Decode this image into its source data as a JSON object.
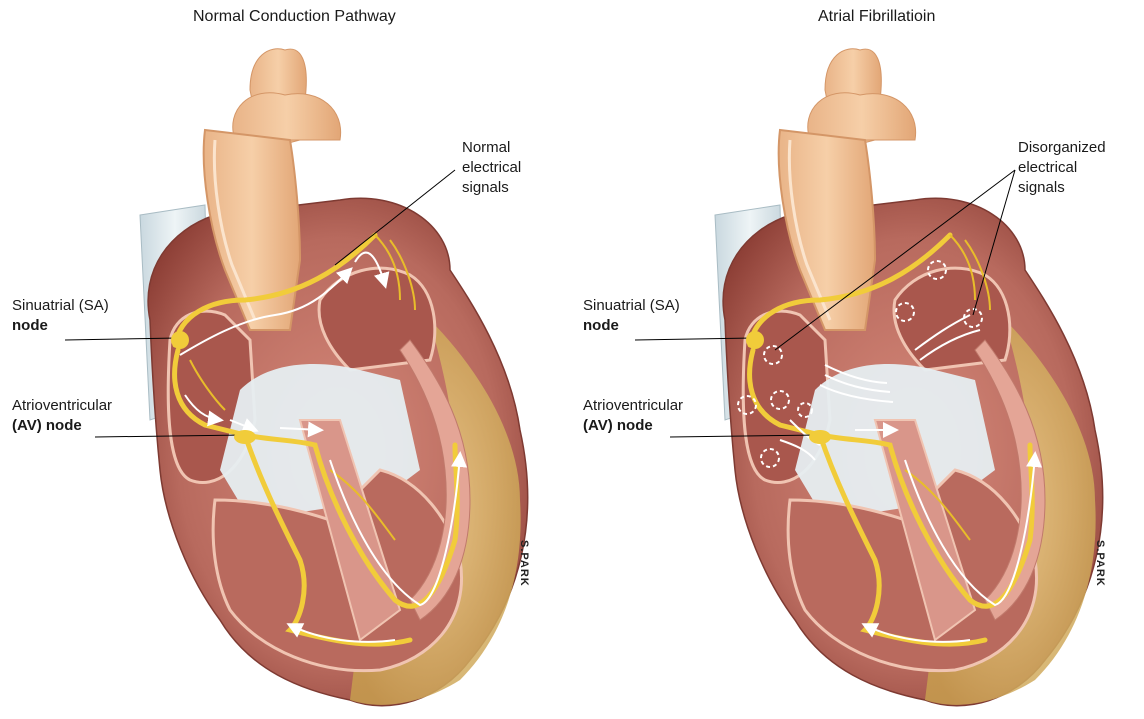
{
  "panels": [
    {
      "title": "Normal Conduction Pathway",
      "signal_label": [
        "Normal",
        "electrical",
        "signals"
      ],
      "sa_label": [
        "Sinuatrial (SA)",
        "node"
      ],
      "av_label": [
        "Atrioventricular",
        "(AV) node"
      ],
      "artist": "S.PARK"
    },
    {
      "title": "Atrial Fibrillatioin",
      "signal_label": [
        "Disorganized",
        "electrical",
        "signals"
      ],
      "sa_label": [
        "Sinuatrial (SA)",
        "node"
      ],
      "av_label": [
        "Atrioventricular",
        "(AV) node"
      ],
      "artist": "S.PARK"
    }
  ],
  "colors": {
    "muscle": "#b86a5e",
    "muscle_dark": "#8e4037",
    "chamber_wall": "#e8b4a0",
    "aorta": "#f2c29a",
    "aorta_dark": "#e0a77a",
    "vein": "#dbe7ec",
    "fat": "#e3c27a",
    "pathway": "#f1cc3a",
    "signal": "#ffffff"
  }
}
